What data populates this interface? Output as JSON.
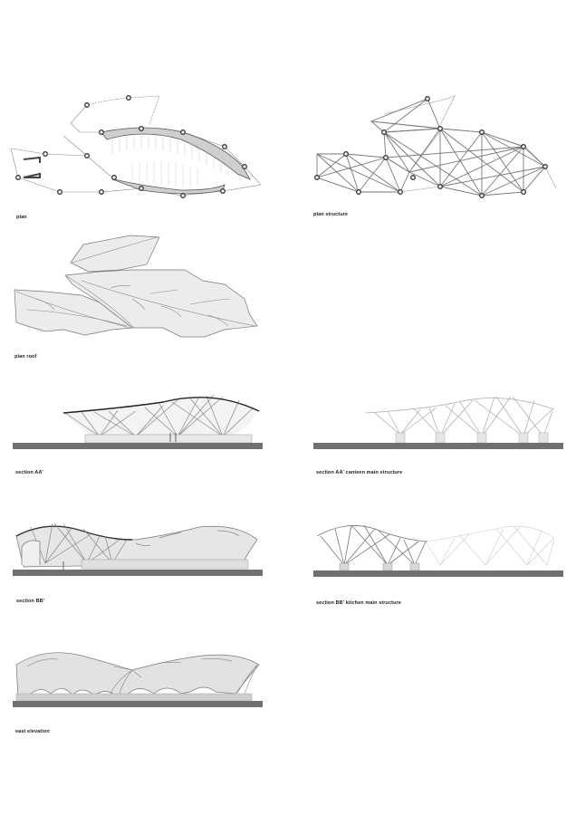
{
  "sheet": {
    "background": "#ffffff",
    "line_color": "#6e6e6e",
    "fill_color": "#e6e6e6",
    "ground_color": "#707070",
    "drawings": [
      {
        "id": "plan",
        "caption": "plan"
      },
      {
        "id": "plan-structure",
        "caption": "plan structure"
      },
      {
        "id": "plan-roof",
        "caption": "plan roof"
      },
      {
        "id": "section-aa",
        "caption": "section AA'"
      },
      {
        "id": "section-aa-canteen",
        "caption": "section AA' canteen main structure"
      },
      {
        "id": "section-bb",
        "caption": "section BB'"
      },
      {
        "id": "section-bb-kitchen",
        "caption": "section BB' kitchen main structure"
      },
      {
        "id": "east-elevation",
        "caption": "east elevation"
      }
    ]
  }
}
